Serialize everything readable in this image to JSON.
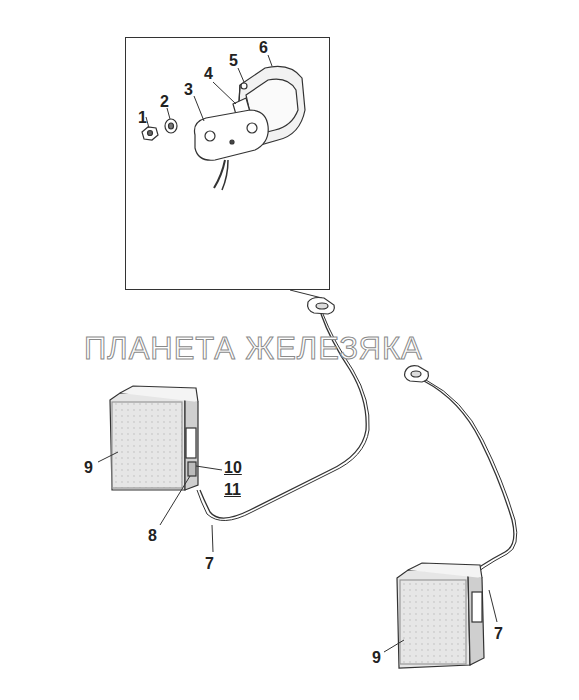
{
  "diagram": {
    "nodes": [
      {
        "text": [
          "1",
          "2",
          "3",
          "4",
          "5",
          "6"
        ]
      }
    ],
    "labels": [
      "ПЛАНЕТА ЖЕЛЕЗЯКА",
      "9",
      "10",
      "11",
      "8",
      "7",
      "9",
      "7"
    ]
  }
}
